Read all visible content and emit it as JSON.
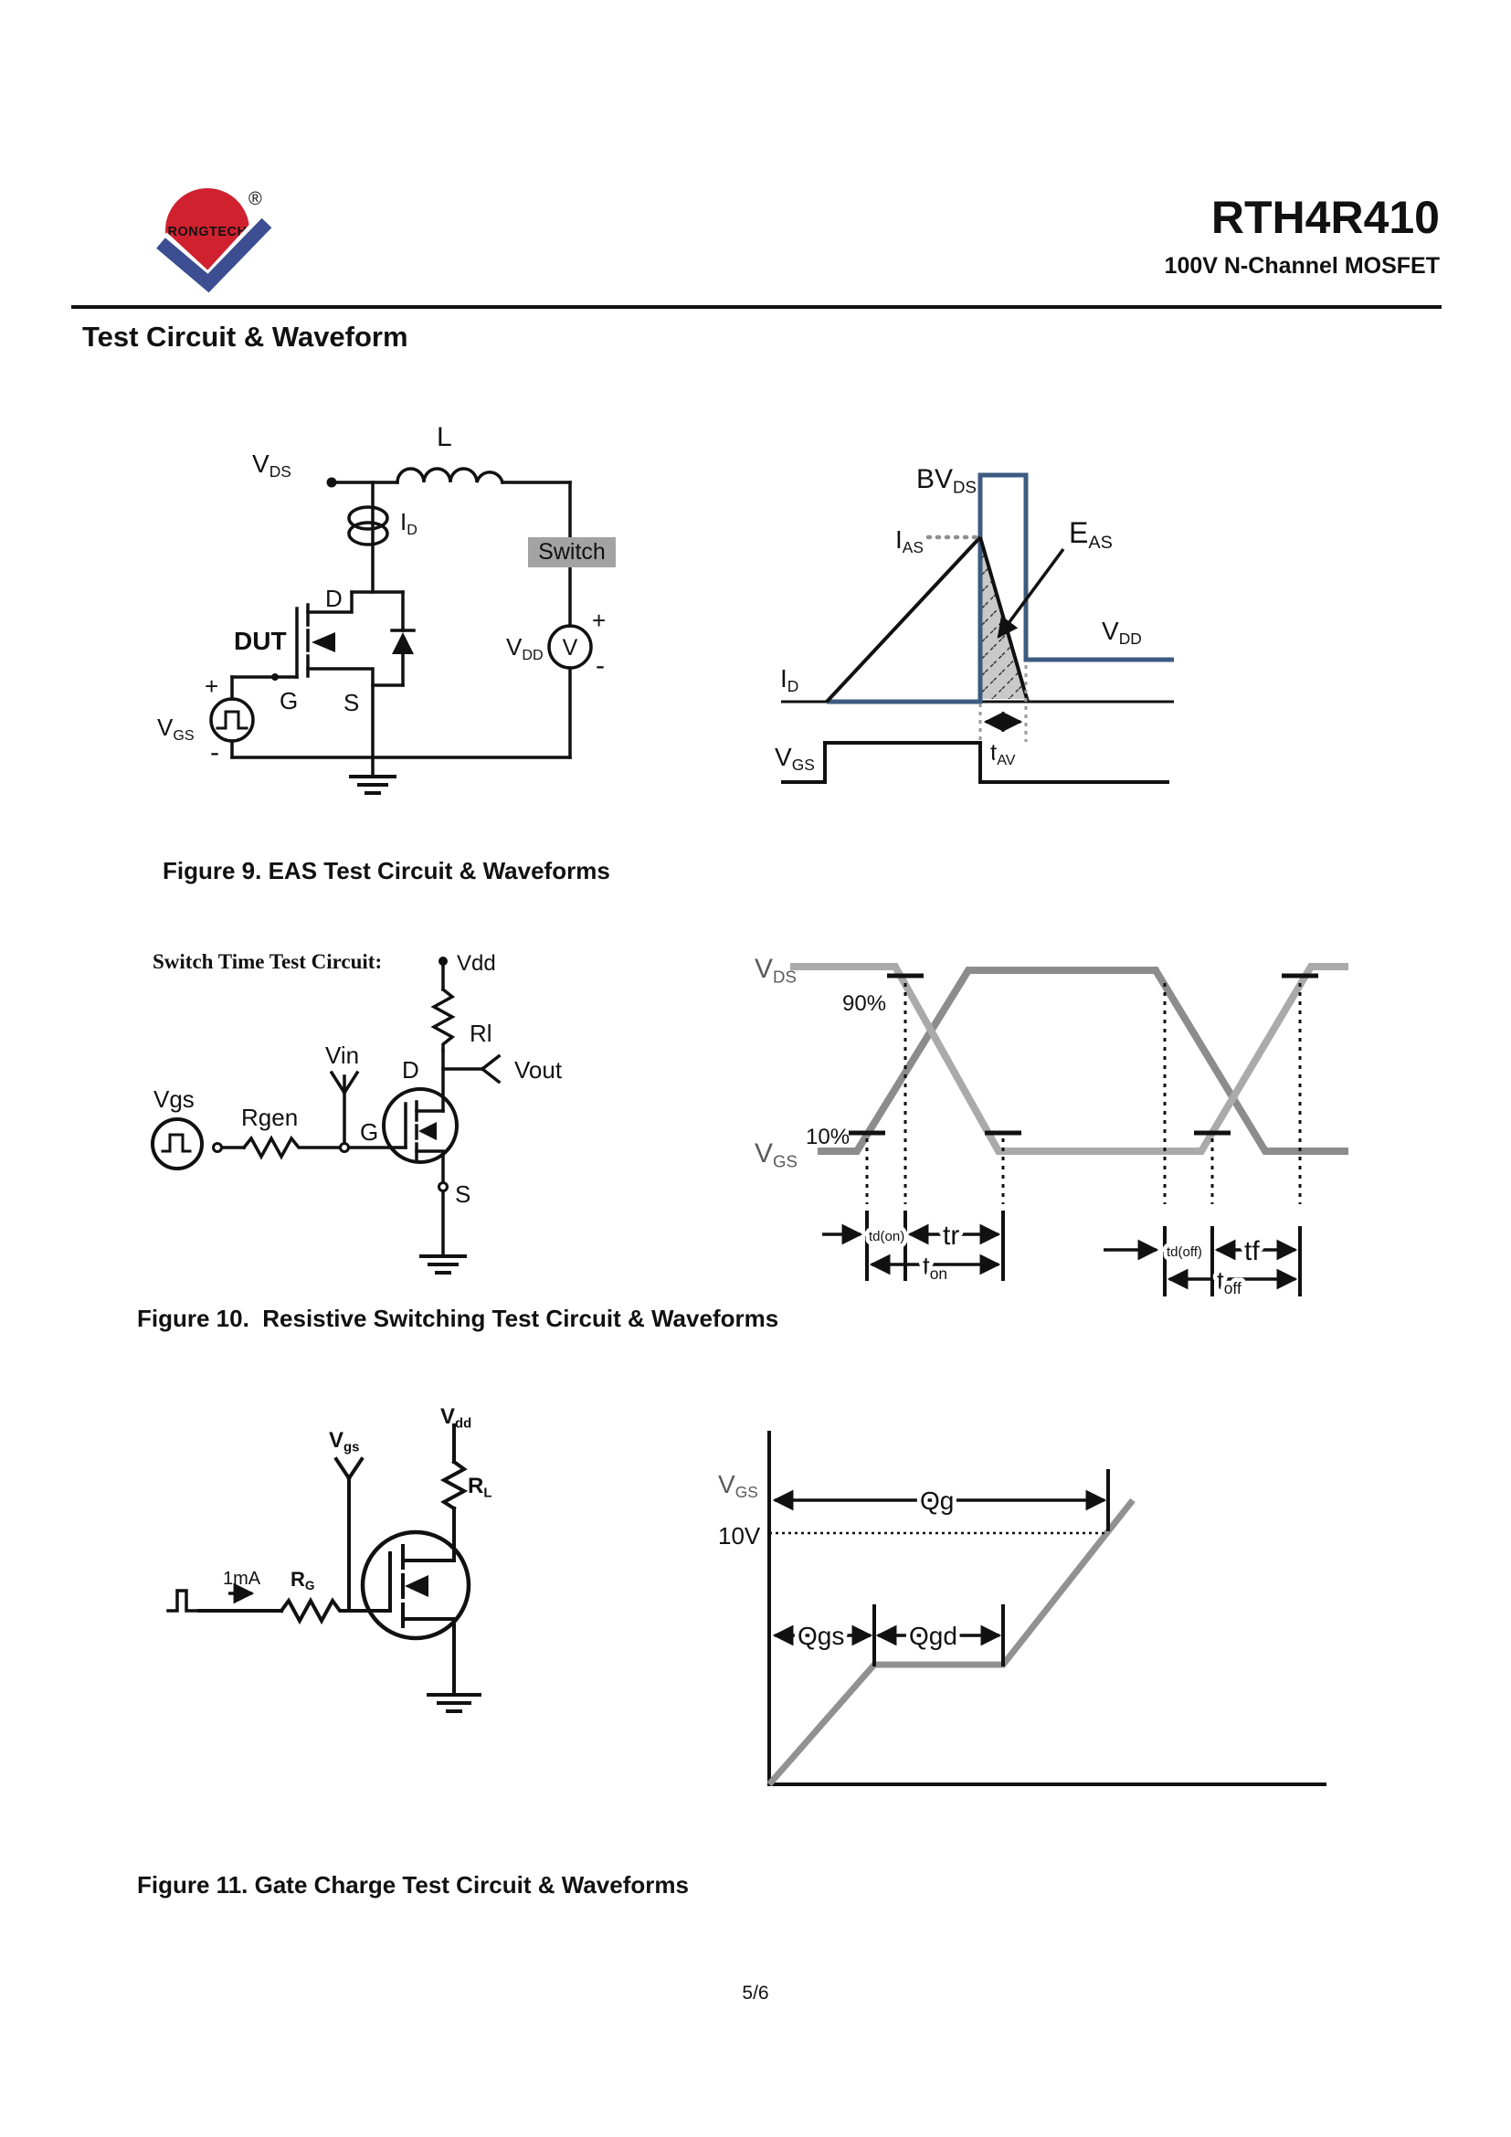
{
  "page": {
    "number": "5/6"
  },
  "header": {
    "brand": "RONGTECH",
    "registered": "®",
    "title": "RTH4R410",
    "subtitle": "100V N-Channel MOSFET"
  },
  "section_heading": "Test Circuit & Waveform",
  "colors": {
    "accent_blue": "#3d5a80",
    "logo_red": "#d0212f",
    "logo_blue": "#3c4e91",
    "trace_vds_gray": "#aaaaaa",
    "trace_vgs_gray": "#8c8c8c",
    "gate_curve_gray": "#919191",
    "switch_bg_gray": "#a3a3a3"
  },
  "fig9": {
    "caption": "Figure 9. EAS Test Circuit & Waveforms",
    "circuit": {
      "l": "L",
      "vds": {
        "b": "V",
        "s": "DS"
      },
      "id": {
        "b": "I",
        "s": "D"
      },
      "switch": "Switch",
      "dut": "DUT",
      "d": "D",
      "g": "G",
      "s": "S",
      "vdd": {
        "b": "V",
        "s": "DD"
      },
      "meter": "V",
      "vgs": {
        "b": "V",
        "s": "GS"
      },
      "plus": "+",
      "minus": "-"
    },
    "waveform": {
      "bvds": {
        "b": "BV",
        "s": "DS"
      },
      "ias": {
        "b": "I",
        "s": "AS"
      },
      "eas": {
        "b": "E",
        "s": "AS"
      },
      "vdd": {
        "b": "V",
        "s": "DD"
      },
      "id": {
        "b": "I",
        "s": "D"
      },
      "vgs": {
        "b": "V",
        "s": "GS"
      },
      "tav": {
        "b": "t",
        "s": "AV"
      }
    }
  },
  "fig10": {
    "subtitle": "Switch Time Test Circuit:",
    "caption": "Figure 10.  Resistive Switching Test Circuit & Waveforms",
    "circuit": {
      "vdd": "Vdd",
      "rl": "Rl",
      "vout": "Vout",
      "vin": "Vin",
      "d": "D",
      "g": "G",
      "s": "S",
      "vgs": "Vgs",
      "rgen": "Rgen"
    },
    "waveform": {
      "vds": {
        "b": "V",
        "s": "DS"
      },
      "vgs": {
        "b": "V",
        "s": "GS"
      },
      "p90": "90%",
      "p10": "10%",
      "tdon": "td(on)",
      "tr": "tr",
      "ton": {
        "b": "t",
        "s": "on"
      },
      "tdoff": "td(off)",
      "tf": "tf",
      "toff": {
        "b": "t",
        "s": "off"
      }
    }
  },
  "fig11": {
    "caption": "Figure 11. Gate Charge Test Circuit & Waveforms",
    "circuit": {
      "vdd": {
        "b": "V",
        "s": "dd"
      },
      "rl": {
        "b": "R",
        "s": "L"
      },
      "vgs": {
        "b": "V",
        "s": "gs"
      },
      "rg": {
        "b": "R",
        "s": "G"
      },
      "ima": "1mA"
    },
    "waveform": {
      "vgs": {
        "b": "V",
        "s": "GS"
      },
      "v10": "10V",
      "qg": "Qg",
      "qgs": "Qgs",
      "qgd": "Qgd"
    }
  }
}
